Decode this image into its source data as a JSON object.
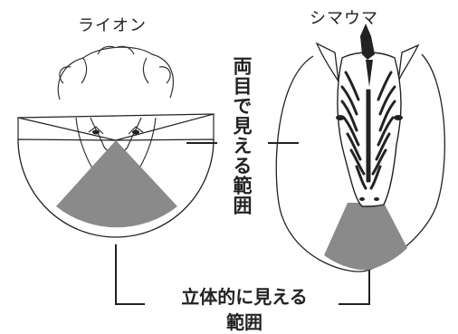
{
  "animals": {
    "lion": {
      "name": "ライオン"
    },
    "zebra": {
      "name": "シマウマ"
    }
  },
  "labels": {
    "binocular": "両目で見える範囲",
    "stereo_line1": "立体的に見える",
    "stereo_line2": "範囲"
  },
  "colors": {
    "stereo_area": "#8a8a8a",
    "outline": "#222222"
  }
}
